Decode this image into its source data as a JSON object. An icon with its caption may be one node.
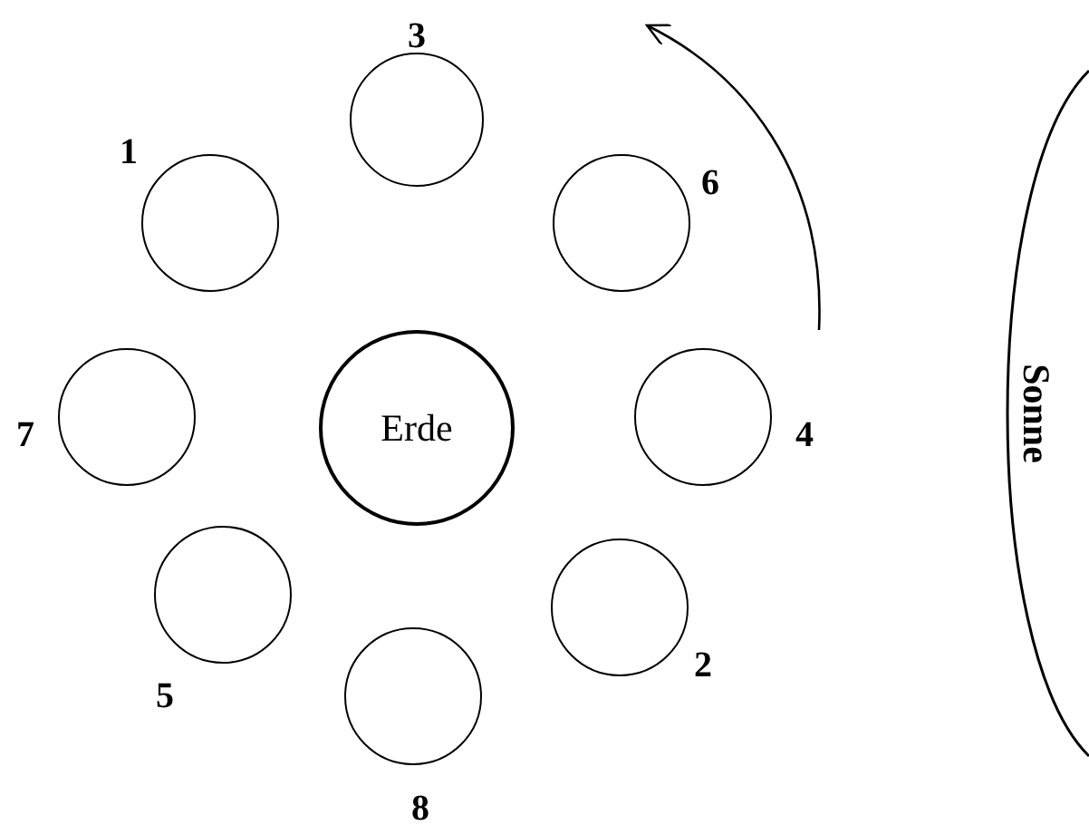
{
  "diagram": {
    "nodes": [
      {
        "text": [],
        "shape": "circle",
        "beside": [
          "3"
        ]
      },
      {
        "text": [],
        "shape": "circle",
        "beside": [
          "1"
        ]
      },
      {
        "text": [],
        "shape": "circle",
        "beside": [
          "6"
        ]
      },
      {
        "text": [],
        "shape": "circle",
        "beside": [
          "7"
        ]
      },
      {
        "text": [
          "Erde"
        ]
      },
      {
        "text": [],
        "shape": "circle",
        "beside": [
          "4"
        ]
      },
      {
        "text": [],
        "shape": "circle",
        "beside": [
          "5"
        ]
      },
      {
        "text": [],
        "shape": "circle",
        "beside": [
          "2"
        ]
      },
      {
        "text": [],
        "shape": "circle",
        "beside": [
          "8"
        ]
      },
      {
        "text": [
          "Sonne"
        ]
      }
    ]
  }
}
